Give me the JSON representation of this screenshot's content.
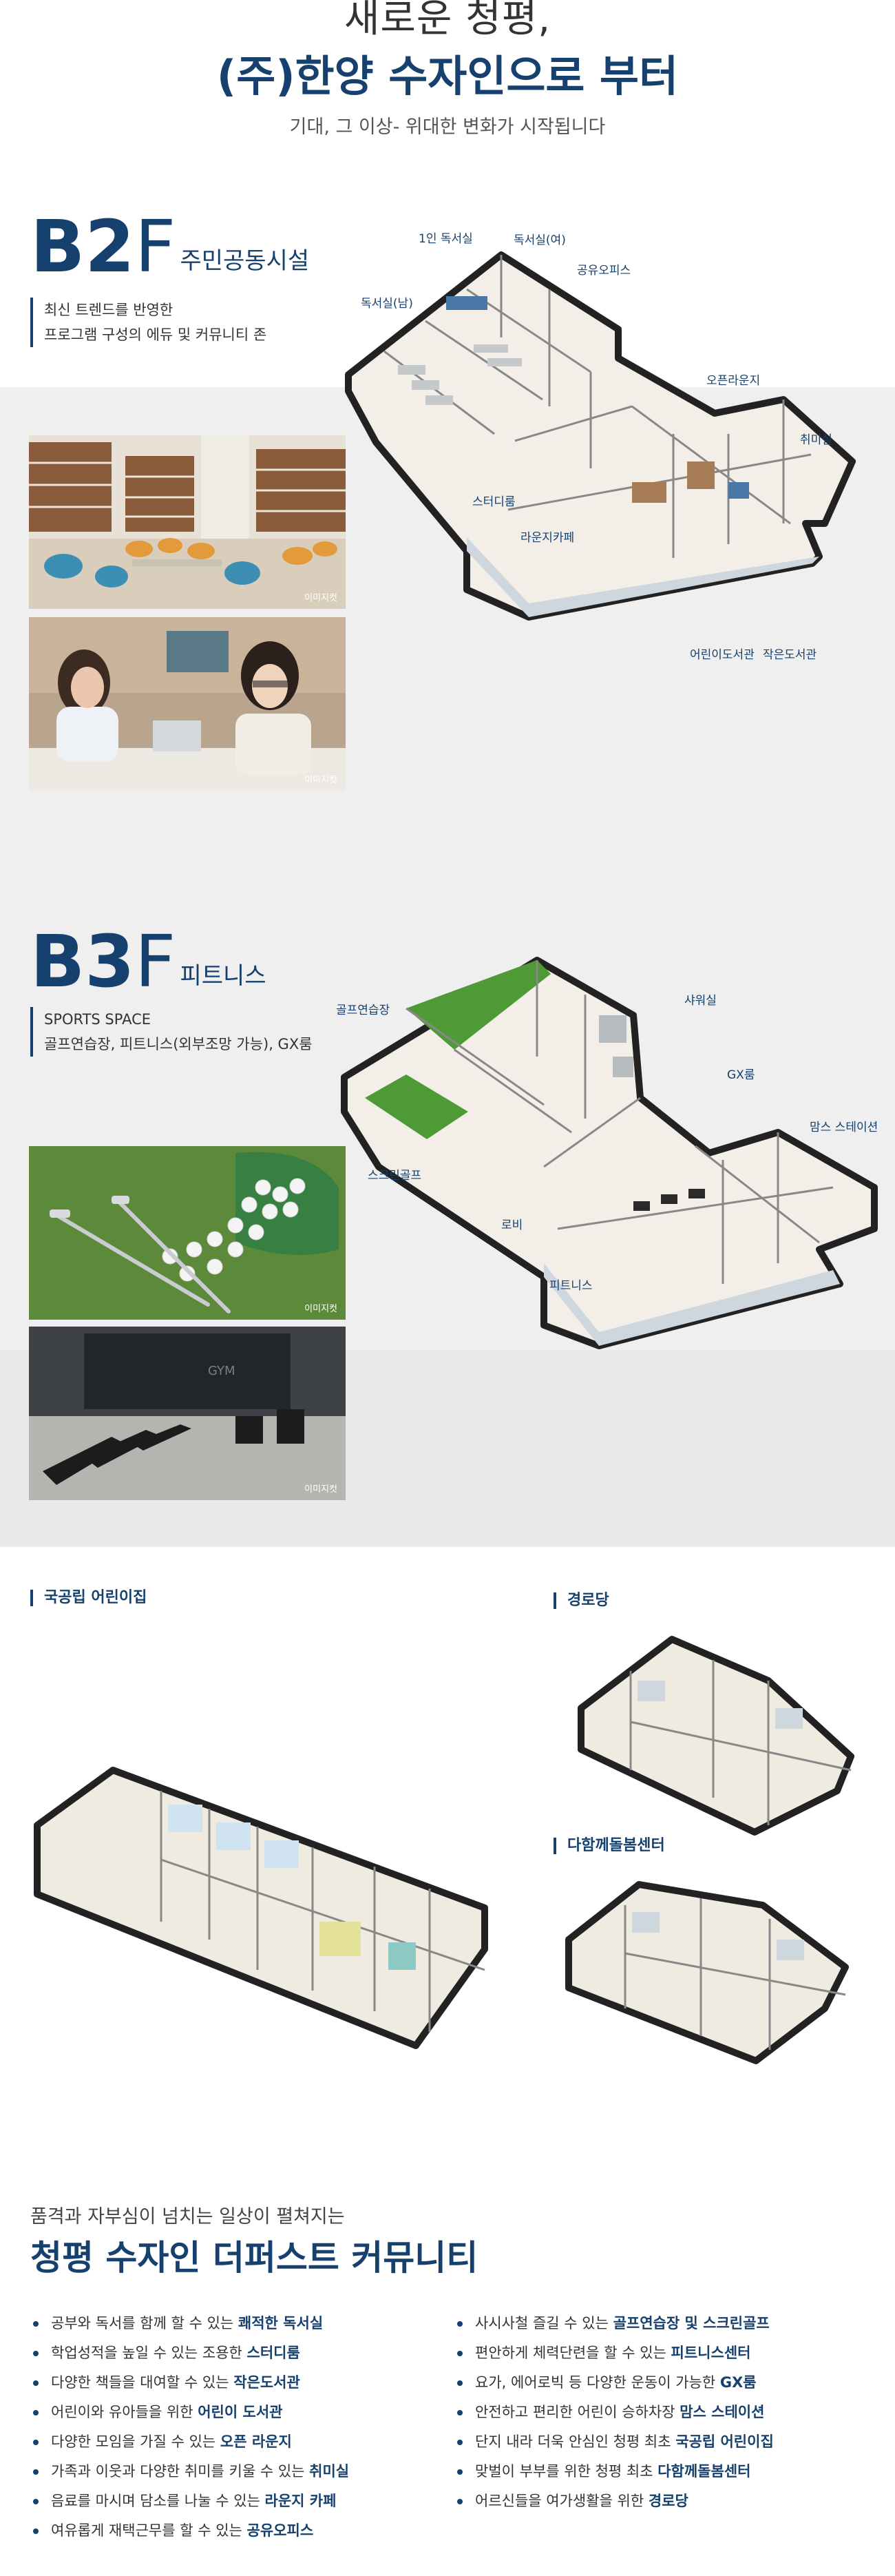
{
  "header": {
    "line1": "새로운 청평,",
    "line2": "(주)한양 수자인으로 부터",
    "line3": "기대, 그 이상- 위대한 변화가 시작됩니다"
  },
  "b2": {
    "floor": "B2",
    "floor_f": "F",
    "name": "주민공동시설",
    "desc": [
      "최신 트렌드를 반영한",
      "프로그램 구성의 에듀 및 커뮤니티 존"
    ],
    "photo_caption": "이미지컷",
    "labels": [
      "1인 독서실",
      "독서실(여)",
      "공유오피스",
      "독서실(남)",
      "오픈라운지",
      "취미실",
      "스터디룸",
      "라운지카페",
      "어린이도서관",
      "작은도서관"
    ]
  },
  "b3": {
    "floor": "B3",
    "floor_f": "F",
    "name": "피트니스",
    "desc": [
      "SPORTS SPACE",
      "골프연습장, 피트니스(외부조망 가능), GX룸"
    ],
    "photo_caption": "이미지컷",
    "gym_sign": "GYM",
    "labels": [
      "골프연습장",
      "샤워실",
      "GX룸",
      "맘스 스테이션",
      "스크린골프",
      "로비",
      "피트니스"
    ]
  },
  "facilities": {
    "daycare": "국공립 어린이집",
    "senior": "경로당",
    "care_center": "다함께돌봄센터"
  },
  "community": {
    "tagline": "품격과 자부심이 넘치는 일상이 펼쳐지는",
    "title": "청평 수자인 더퍼스트 커뮤니티",
    "left": [
      {
        "text": "공부와 독서를 함께 할 수 있는 ",
        "bold": "쾌적한 독서실"
      },
      {
        "text": "학업성적을 높일 수 있는 조용한 ",
        "bold": "스터디룸"
      },
      {
        "text": "다양한 책들을 대여할 수 있는 ",
        "bold": "작은도서관"
      },
      {
        "text": "어린이와 유아들을 위한 ",
        "bold": "어린이 도서관"
      },
      {
        "text": "다양한 모임을 가질 수 있는 ",
        "bold": "오픈 라운지"
      },
      {
        "text": "가족과 이웃과 다양한 취미를 키울 수 있는 ",
        "bold": "취미실"
      },
      {
        "text": "음료를 마시며 담소를 나눌 수 있는 ",
        "bold": "라운지 카페"
      },
      {
        "text": "여유롭게 재택근무를 할 수 있는 ",
        "bold": "공유오피스"
      }
    ],
    "right": [
      {
        "text": "사시사철 즐길 수 있는 ",
        "bold": "골프연습장 및 스크린골프"
      },
      {
        "text": "편안하게 체력단련을 할 수 있는 ",
        "bold": "피트니스센터"
      },
      {
        "text": "요가, 에어로빅 등 다양한 운동이 가능한 ",
        "bold": "GX룸"
      },
      {
        "text": "안전하고 편리한 어린이 승하차장 ",
        "bold": "맘스 스테이션"
      },
      {
        "text": "단지 내라 더욱 안심인 청평 최초 ",
        "bold": "국공립 어린이집"
      },
      {
        "text": "맞벌이 부부를 위한 청평 최초 ",
        "bold": "다함께돌봄센터"
      },
      {
        "text": "어르신들을 여가생활을 위한 ",
        "bold": "경로당"
      }
    ]
  },
  "colors": {
    "navy": "#16406d",
    "band": "#efefef",
    "golf_green": "#4e9a36"
  }
}
